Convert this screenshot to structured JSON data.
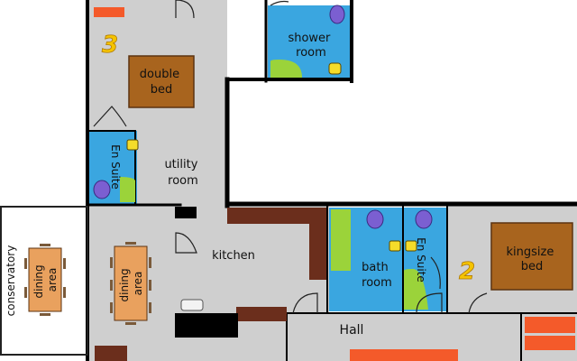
{
  "labels": {
    "shower_room": [
      "shower",
      "room"
    ],
    "double_bed": [
      "double",
      "bed"
    ],
    "en_suite": "En Suite",
    "utility_room": [
      "utility",
      "room"
    ],
    "kitchen": "kitchen",
    "dining_area": [
      "dining",
      "area"
    ],
    "conservatory": "conservatory",
    "bath_room": [
      "bath",
      "room"
    ],
    "kingsize_bed": [
      "kingsize",
      "bed"
    ],
    "hall": "Hall",
    "room_number_3": "3",
    "room_number_2": "2"
  },
  "colors": {
    "wall": "#000000",
    "floor": "#cfcfcf",
    "bathroom": "#3aa6e0",
    "bed": "#a8641e",
    "dining": "#e9a15e",
    "worktop": "#6b2e1c",
    "accent": "#f45a2a",
    "room_number": "#f5c400"
  }
}
